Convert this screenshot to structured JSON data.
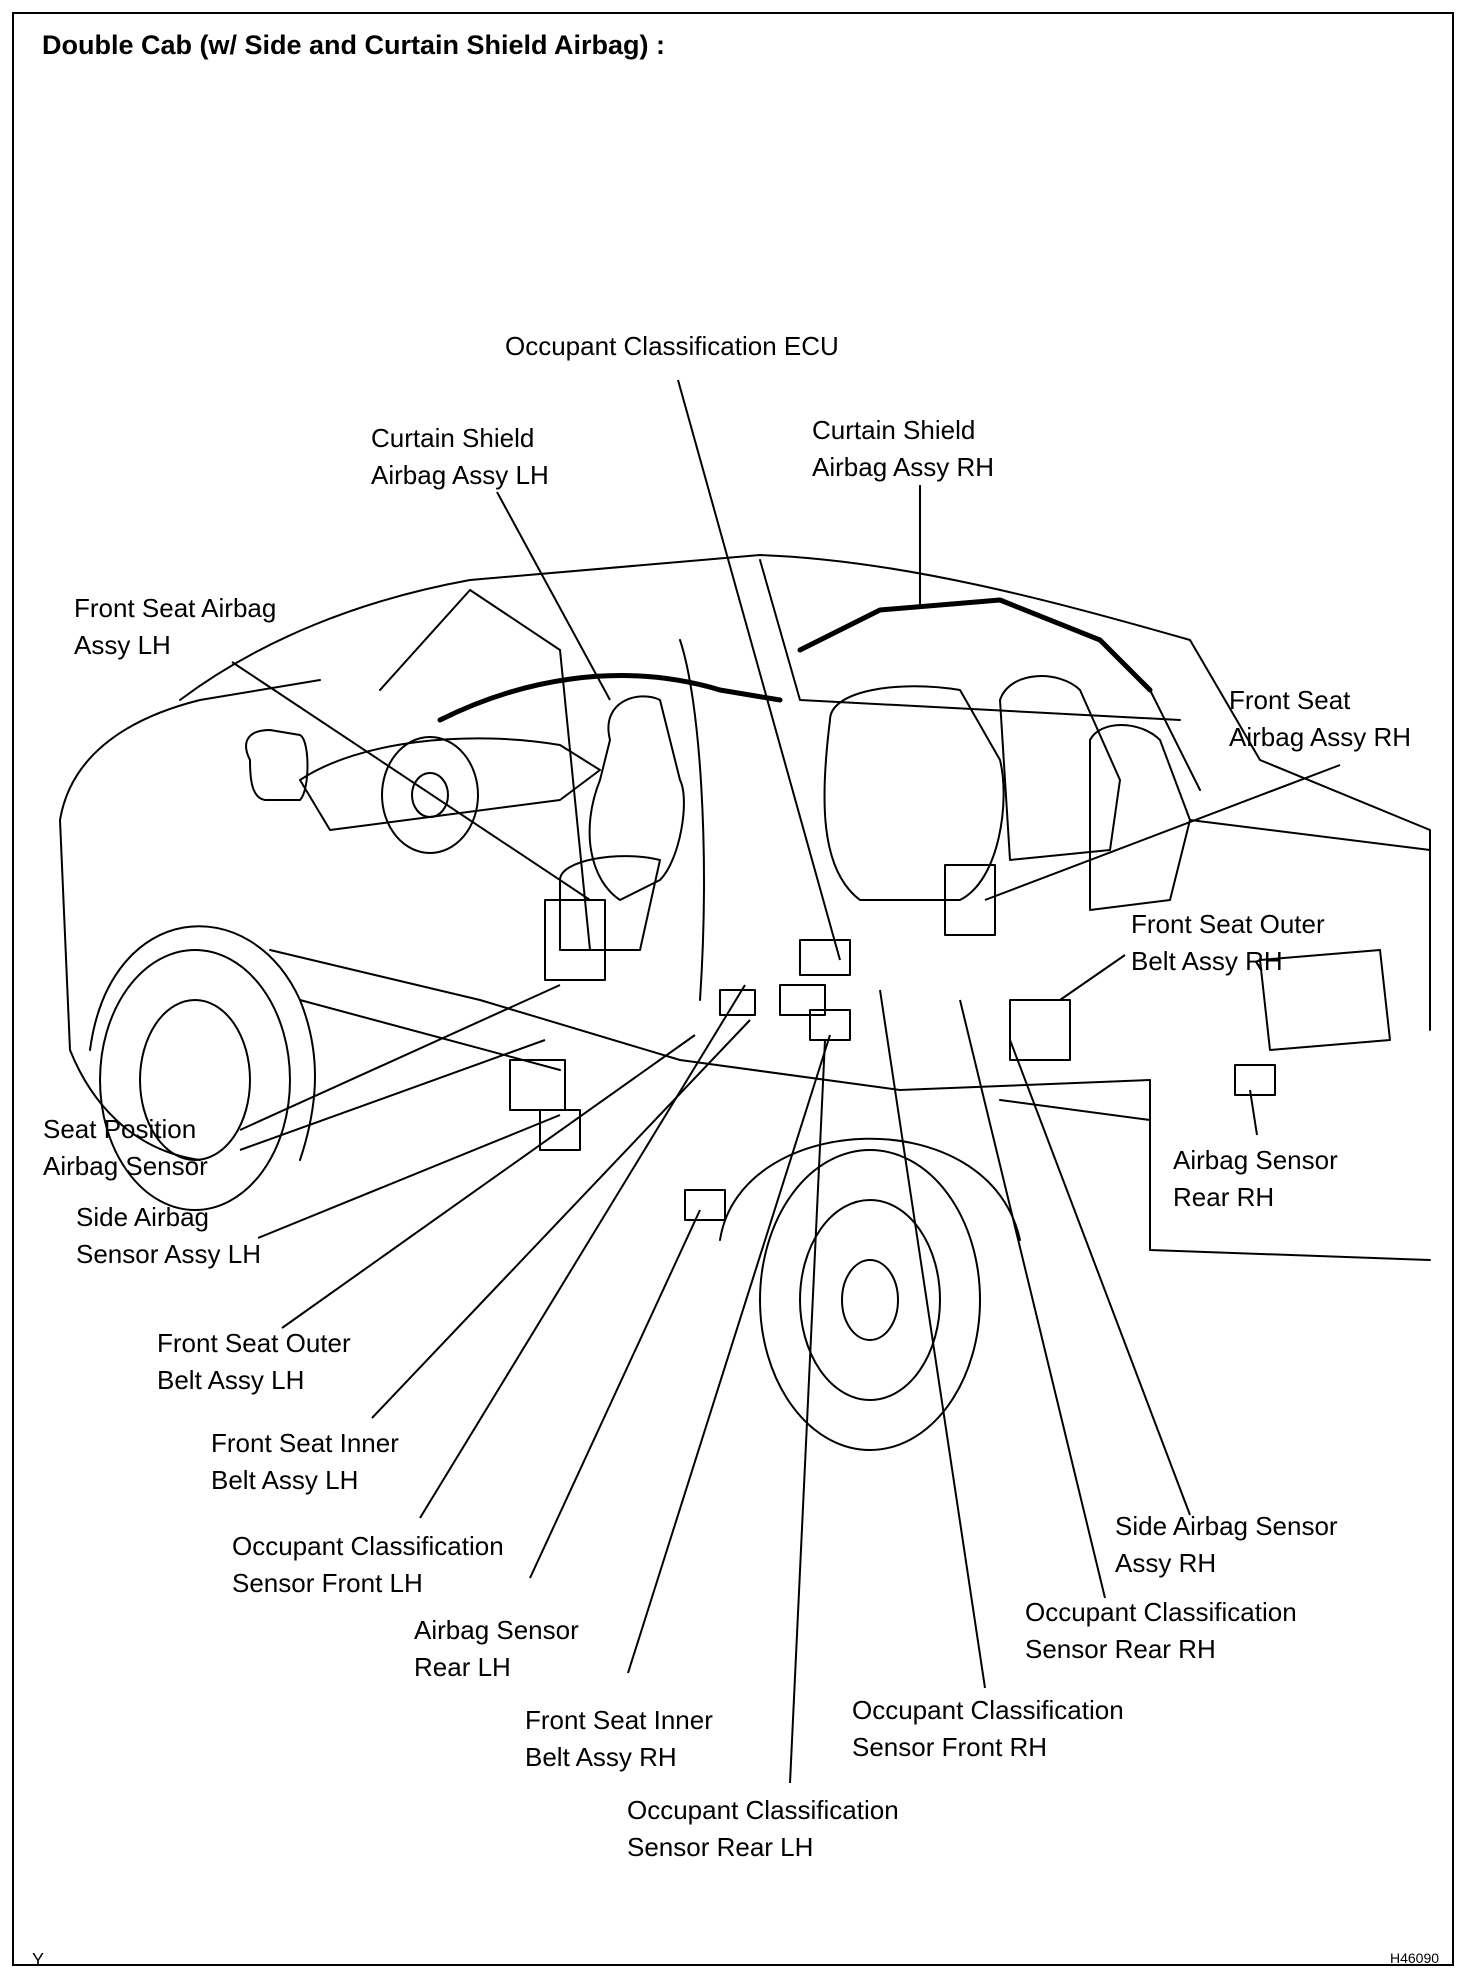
{
  "title": "Double Cab (w/ Side and Curtain Shield Airbag) :",
  "labels": {
    "occupant_ecu": "Occupant Classification ECU",
    "curtain_lh": [
      "Curtain Shield",
      "Airbag Assy LH"
    ],
    "curtain_rh": [
      "Curtain Shield",
      "Airbag Assy RH"
    ],
    "front_seat_airbag_lh": [
      "Front Seat Airbag",
      "Assy LH"
    ],
    "front_seat_airbag_rh": [
      "Front Seat",
      "Airbag Assy RH"
    ],
    "front_outer_belt_rh": [
      "Front Seat Outer",
      "Belt Assy RH"
    ],
    "airbag_sensor_rear_rh": [
      "Airbag Sensor",
      "Rear RH"
    ],
    "seat_position_sensor": [
      "Seat Position",
      "Airbag Sensor"
    ],
    "side_airbag_sensor_lh": [
      "Side Airbag",
      "Sensor Assy LH"
    ],
    "front_outer_belt_lh": [
      "Front Seat Outer",
      "Belt Assy LH"
    ],
    "front_inner_belt_lh": [
      "Front Seat Inner",
      "Belt Assy LH"
    ],
    "occ_sensor_front_lh": [
      "Occupant Classification",
      "Sensor Front LH"
    ],
    "airbag_sensor_rear_lh": [
      "Airbag Sensor",
      "Rear LH"
    ],
    "front_inner_belt_rh": [
      "Front Seat Inner",
      "Belt Assy RH"
    ],
    "occ_sensor_rear_lh": [
      "Occupant Classification",
      "Sensor Rear LH"
    ],
    "occ_sensor_front_rh": [
      "Occupant Classification",
      "Sensor Front RH"
    ],
    "occ_sensor_rear_rh": [
      "Occupant Classification",
      "Sensor Rear RH"
    ],
    "side_airbag_sensor_rh": [
      "Side Airbag Sensor",
      "Assy RH"
    ]
  },
  "corner_left": "Y",
  "corner_right": "H46090"
}
